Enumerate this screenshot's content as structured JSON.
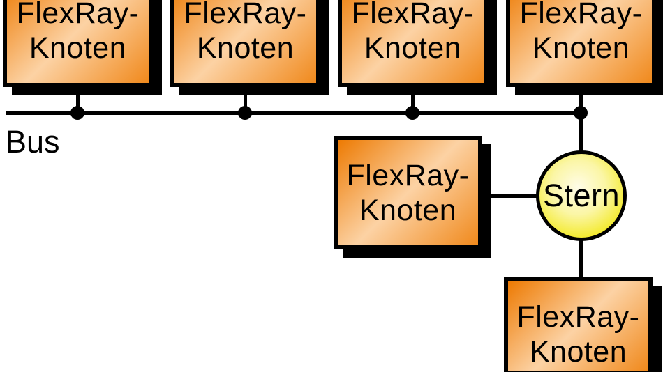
{
  "diagram": {
    "bus_label": "Bus",
    "star_label": "Stern",
    "nodes": [
      {
        "line1": "FlexRay-",
        "line2": "Knoten"
      },
      {
        "line1": "FlexRay-",
        "line2": "Knoten"
      },
      {
        "line1": "FlexRay-",
        "line2": "Knoten"
      },
      {
        "line1": "FlexRay-",
        "line2": "Knoten"
      },
      {
        "line1": "FlexRay-",
        "line2": "Knoten"
      },
      {
        "line1": "FlexRay-",
        "line2": "Knoten"
      }
    ],
    "colors": {
      "node_fill_dark": "#ed7a02",
      "node_fill_light": "#fcd2a4",
      "node_border": "#000000",
      "node_shadow": "#000000",
      "star_fill_center": "#fffce8",
      "star_fill_edge": "#f1e70e",
      "connector": "#000000",
      "background": "#ffffff"
    }
  }
}
